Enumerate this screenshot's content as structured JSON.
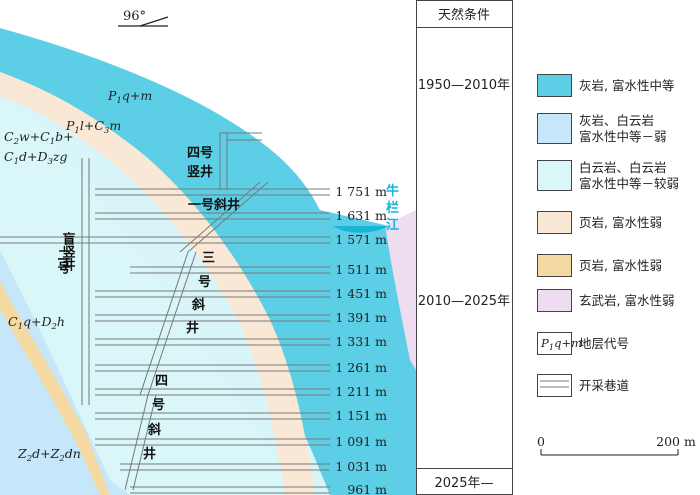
{
  "orientation": {
    "label": "96°"
  },
  "time_column": {
    "header": "天然条件",
    "periods": [
      "1950—2010年",
      "2010—2025年",
      "2025年—"
    ]
  },
  "river": {
    "label_chars": [
      "牛",
      "栏",
      "江"
    ],
    "color": "#19b6d6"
  },
  "strata_labels": {
    "p1qm": {
      "base": "P",
      "sub": "1",
      "rest": "q+m"
    },
    "p1lc3m": {
      "parts": [
        {
          "t": "P"
        },
        {
          "s": "1"
        },
        {
          "t": "l+C"
        },
        {
          "s": "3"
        },
        {
          "t": "m"
        }
      ]
    },
    "c2w": {
      "parts": [
        {
          "t": "C"
        },
        {
          "s": "2"
        },
        {
          "t": "w+C"
        },
        {
          "s": "1"
        },
        {
          "t": "b+"
        }
      ]
    },
    "c1d": {
      "parts": [
        {
          "t": "C"
        },
        {
          "s": "1"
        },
        {
          "t": "d+D"
        },
        {
          "s": "3"
        },
        {
          "t": "zg"
        }
      ]
    },
    "c1q": {
      "parts": [
        {
          "t": "C"
        },
        {
          "s": "1"
        },
        {
          "t": "q+D"
        },
        {
          "s": "2"
        },
        {
          "t": "h"
        }
      ]
    },
    "z2d": {
      "parts": [
        {
          "t": "Z"
        },
        {
          "s": "2"
        },
        {
          "t": "d+Z"
        },
        {
          "s": "2"
        },
        {
          "t": "dn"
        }
      ]
    }
  },
  "shafts": {
    "si_hao_shu_jing": [
      "四号",
      "竖井"
    ],
    "yi_hao_xie_jing": "一号斜井",
    "er_hao_mang_shu_jing": [
      "二号",
      "盲竖井"
    ],
    "san_hao_xie_jing": [
      "三",
      "号",
      "斜",
      "井"
    ],
    "si_hao_xie_jing": [
      "四",
      "号",
      "斜",
      "井"
    ]
  },
  "levels": [
    "1 751 m",
    "1 631 m",
    "1 571 m",
    "1 511 m",
    "1 451 m",
    "1 391 m",
    "1 331 m",
    "1 261 m",
    "1 211 m",
    "1 151 m",
    "1 091 m",
    "1 031 m",
    "961 m"
  ],
  "legend": {
    "items": [
      {
        "swatch": "#5ccfe6",
        "lines": [
          "灰岩, 富水性中等"
        ]
      },
      {
        "swatch": "#c6e7fa",
        "lines": [
          "灰岩、白云岩",
          "富水性中等－弱"
        ]
      },
      {
        "swatch": "#d9f7f8",
        "lines": [
          "白云岩、白云岩",
          "富水性中等－较弱"
        ]
      },
      {
        "swatch": "#fae8d6",
        "lines": [
          "页岩, 富水性弱"
        ]
      },
      {
        "swatch": "#f4d9a2",
        "lines": [
          "页岩, 富水性弱"
        ]
      },
      {
        "swatch": "#eedcf0",
        "lines": [
          "玄武岩, 富水性弱"
        ]
      },
      {
        "swatch": "#ffffff",
        "lines": [
          "地层代号"
        ],
        "code": {
          "parts": [
            {
              "t": "P"
            },
            {
              "s": "1"
            },
            {
              "t": "q+m"
            }
          ]
        }
      },
      {
        "swatch": "#ffffff",
        "lines": [
          "开采巷道"
        ],
        "tunnel": true
      }
    ],
    "scale": {
      "start": "0",
      "end": "200 m"
    }
  }
}
